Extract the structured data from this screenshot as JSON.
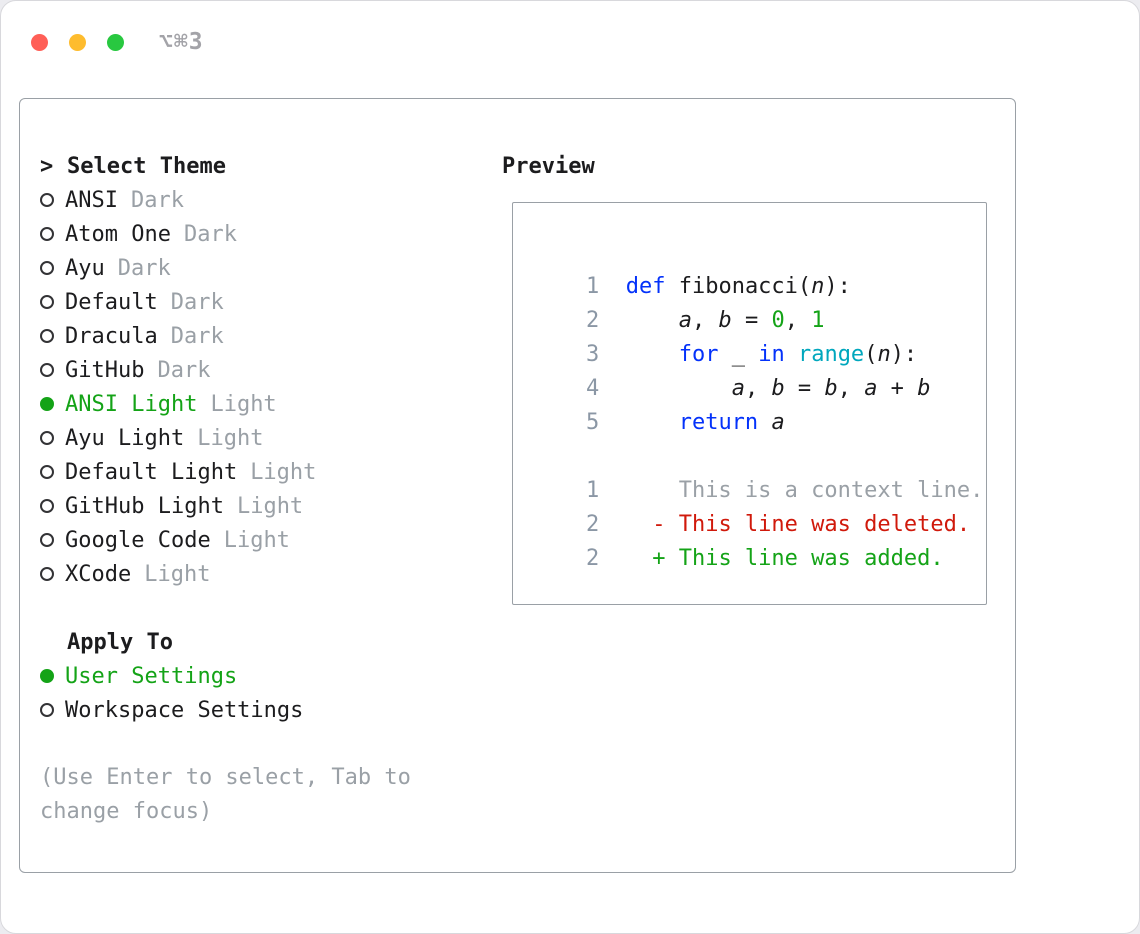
{
  "titlebar": {
    "shortcut": "⌥⌘3"
  },
  "theme_picker": {
    "prompt": ">",
    "title": "Select Theme",
    "items": [
      {
        "name": "ANSI",
        "variant": "Dark",
        "selected": false
      },
      {
        "name": "Atom One",
        "variant": "Dark",
        "selected": false
      },
      {
        "name": "Ayu",
        "variant": "Dark",
        "selected": false
      },
      {
        "name": "Default",
        "variant": "Dark",
        "selected": false
      },
      {
        "name": "Dracula",
        "variant": "Dark",
        "selected": false
      },
      {
        "name": "GitHub",
        "variant": "Dark",
        "selected": false
      },
      {
        "name": "ANSI Light",
        "variant": "Light",
        "selected": true
      },
      {
        "name": "Ayu Light",
        "variant": "Light",
        "selected": false
      },
      {
        "name": "Default Light",
        "variant": "Light",
        "selected": false
      },
      {
        "name": "GitHub Light",
        "variant": "Light",
        "selected": false
      },
      {
        "name": "Google Code",
        "variant": "Light",
        "selected": false
      },
      {
        "name": "XCode",
        "variant": "Light",
        "selected": false
      }
    ]
  },
  "apply_to": {
    "title": "Apply To",
    "options": [
      {
        "label": "User Settings",
        "selected": true
      },
      {
        "label": "Workspace Settings",
        "selected": false
      }
    ]
  },
  "hint": "(Use Enter to select, Tab to change focus)",
  "preview": {
    "title": "Preview",
    "code_lines": [
      {
        "num": "1",
        "tokens": [
          [
            "def",
            "kw"
          ],
          [
            " fibonacci(",
            "pl"
          ],
          [
            "n",
            "var"
          ],
          [
            "):",
            "pl"
          ]
        ]
      },
      {
        "num": "2",
        "tokens": [
          [
            "    ",
            "pl"
          ],
          [
            "a",
            "var"
          ],
          [
            ", ",
            "pl"
          ],
          [
            "b",
            "var"
          ],
          [
            " = ",
            "pl"
          ],
          [
            "0",
            "num"
          ],
          [
            ", ",
            "pl"
          ],
          [
            "1",
            "num"
          ]
        ]
      },
      {
        "num": "3",
        "tokens": [
          [
            "    ",
            "pl"
          ],
          [
            "for",
            "kw"
          ],
          [
            " _ ",
            "pl"
          ],
          [
            "in",
            "kw"
          ],
          [
            " ",
            "pl"
          ],
          [
            "range",
            "bi"
          ],
          [
            "(",
            "pl"
          ],
          [
            "n",
            "var"
          ],
          [
            "):",
            "pl"
          ]
        ]
      },
      {
        "num": "4",
        "tokens": [
          [
            "        ",
            "pl"
          ],
          [
            "a",
            "var"
          ],
          [
            ", ",
            "pl"
          ],
          [
            "b",
            "var"
          ],
          [
            " = ",
            "pl"
          ],
          [
            "b",
            "var"
          ],
          [
            ", ",
            "pl"
          ],
          [
            "a",
            "var"
          ],
          [
            " + ",
            "pl"
          ],
          [
            "b",
            "var"
          ]
        ]
      },
      {
        "num": "5",
        "tokens": [
          [
            "    ",
            "pl"
          ],
          [
            "return",
            "kw"
          ],
          [
            " ",
            "pl"
          ],
          [
            "a",
            "var"
          ]
        ]
      }
    ],
    "diff_lines": [
      {
        "num": "1",
        "tokens": [
          [
            "    This is a context line.",
            "ctx"
          ]
        ]
      },
      {
        "num": "2",
        "tokens": [
          [
            "  ",
            "pl"
          ],
          [
            "- This line was deleted.",
            "del"
          ]
        ]
      },
      {
        "num": "2",
        "tokens": [
          [
            "  ",
            "pl"
          ],
          [
            "+ This line was added.",
            "add"
          ]
        ]
      }
    ]
  },
  "colors": {
    "accent_green": "#14a317",
    "keyword_blue": "#0432fa",
    "builtin_cyan": "#00a7bd",
    "deleted_red": "#d0190b",
    "muted_gray": "#9aa0a6",
    "line_number_gray": "#8b97a5",
    "border_gray": "#9aa0a6",
    "traffic_red": "#ff5f57",
    "traffic_yellow": "#febc2e",
    "traffic_green": "#28c840"
  }
}
